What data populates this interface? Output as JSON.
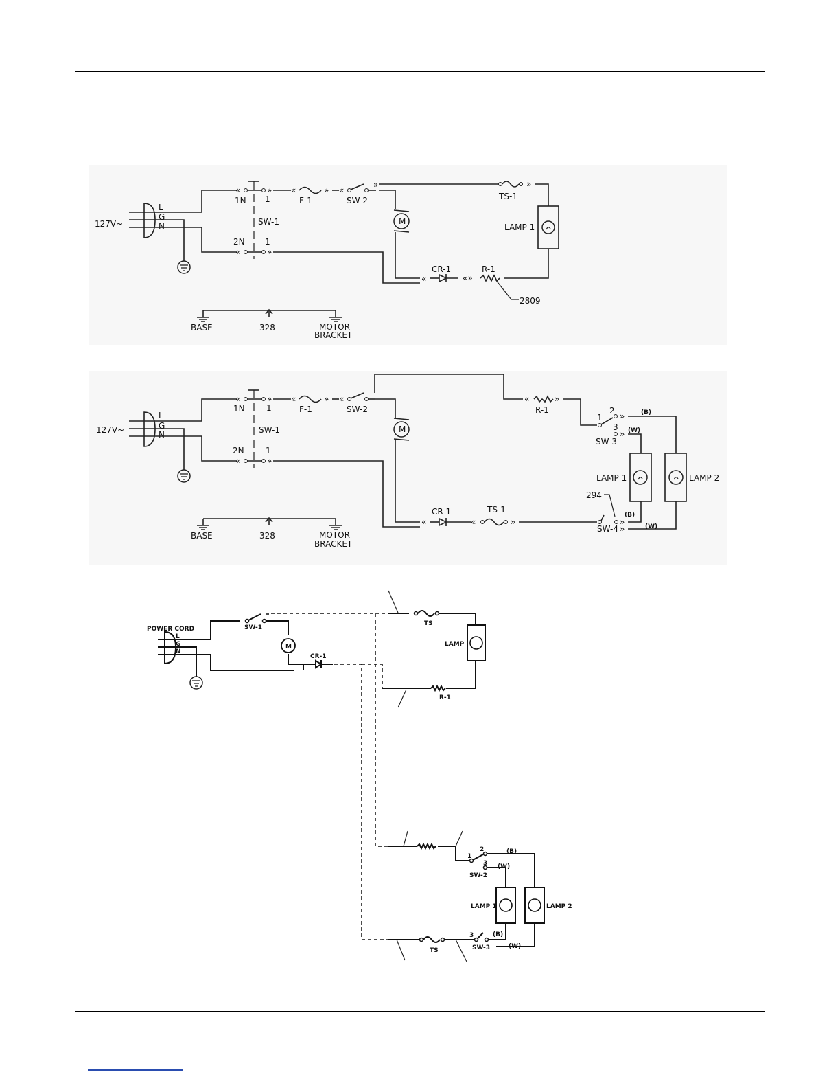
{
  "diagram1": {
    "voltage": "127V~",
    "plug_pins": [
      "L",
      "G",
      "N"
    ],
    "labels": {
      "in1": "1N",
      "out1": "1",
      "in2": "2N",
      "out2": "1",
      "fuse": "F-1",
      "switch2": "SW-2",
      "switch1": "SW-1",
      "motor": "M",
      "thermal": "TS-1",
      "lamp": "LAMP 1",
      "diode": "CR-1",
      "resistor": "R-1",
      "callout": "2809"
    },
    "ground_labels": {
      "base": "BASE",
      "center": "328",
      "motor1": "MOTOR",
      "motor2": "BRACKET"
    }
  },
  "diagram2": {
    "voltage": "127V~",
    "plug_pins": [
      "L",
      "G",
      "N"
    ],
    "labels": {
      "in1": "1N",
      "out1": "1",
      "in2": "2N",
      "out2": "1",
      "fuse": "F-1",
      "switch2": "SW-2",
      "switch1": "SW-1",
      "motor": "M",
      "resistor": "R-1",
      "sw3_t1": "1",
      "sw3_t2": "2",
      "sw3_t3": "3",
      "sw3_b": "(B)",
      "sw3_w": "(W)",
      "sw3": "SW-3",
      "lamp1": "LAMP 1",
      "lamp2": "LAMP 2",
      "callout": "294",
      "diode": "CR-1",
      "thermal": "TS-1",
      "sw4": "SW-4",
      "sw4_b": "(B)",
      "sw4_w": "(W)"
    },
    "ground_labels": {
      "base": "BASE",
      "center": "328",
      "motor1": "MOTOR",
      "motor2": "BRACKET"
    }
  },
  "diagram3": {
    "labels": {
      "power_cord": "POWER CORD",
      "pin_l": "L",
      "pin_g": "G",
      "pin_n": "N",
      "sw1": "SW-1",
      "motor": "M",
      "diode": "CR-1",
      "ts_top": "TS",
      "lamp": "LAMP",
      "r1": "R-1",
      "sw_t1": "1",
      "sw_t2": "2",
      "sw_t3": "3",
      "b1": "(B)",
      "w1": "(W)",
      "sw2": "SW-2",
      "lamp1": "LAMP 1",
      "lamp2": "LAMP 2",
      "sw3_t": "3",
      "b2": "(B)",
      "w2": "(W)",
      "ts_bottom": "TS",
      "sw3": "SW-3"
    }
  }
}
